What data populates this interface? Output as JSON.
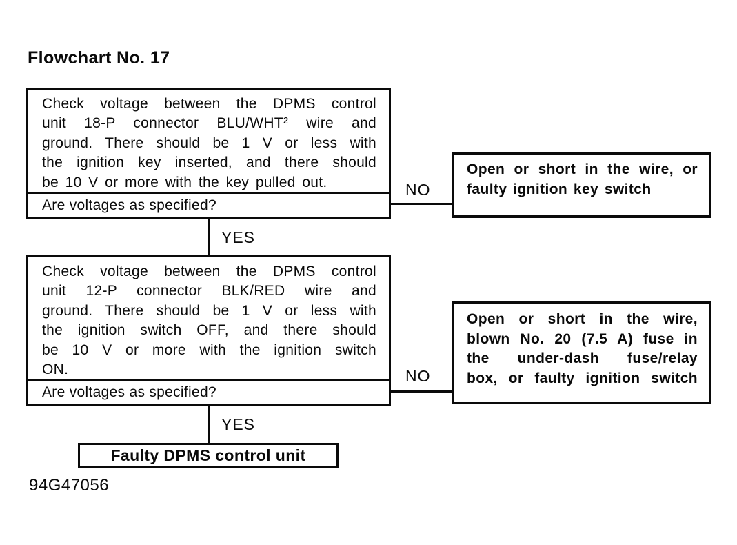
{
  "page": {
    "title": "Flowchart No. 17",
    "figure_code": "94G47056",
    "ink_color": "#0a0a0a",
    "paper_color": "#ffffff"
  },
  "flowchart": {
    "step1": {
      "lines": [
        "Check voltage between the DPMS control",
        "unit 18-P connector BLU/WHT² wire and",
        "ground. There should be 1 V or less with",
        "the ignition key inserted, and there should",
        "be 10 V or more with the key pulled out."
      ],
      "question": "Are voltages as specified?"
    },
    "branch1": {
      "no_label": "NO",
      "yes_label": "YES"
    },
    "result1": {
      "lines": [
        "Open or short in the wire, or",
        "faulty ignition key switch"
      ]
    },
    "step2": {
      "lines": [
        "Check voltage between the DPMS control",
        "unit 12-P connector BLK/RED wire and",
        "ground. There should be 1 V or less with",
        "the ignition switch OFF, and there should",
        "be 10 V or more with the ignition switch",
        "ON."
      ],
      "question": "Are voltages as specified?"
    },
    "branch2": {
      "no_label": "NO",
      "yes_label": "YES"
    },
    "result2": {
      "lines": [
        "Open or short in the wire,",
        "blown No. 20 (7.5 A) fuse in",
        "the under-dash fuse/relay",
        "box, or faulty ignition switch"
      ]
    },
    "final": {
      "label": "Faulty DPMS control unit"
    }
  }
}
